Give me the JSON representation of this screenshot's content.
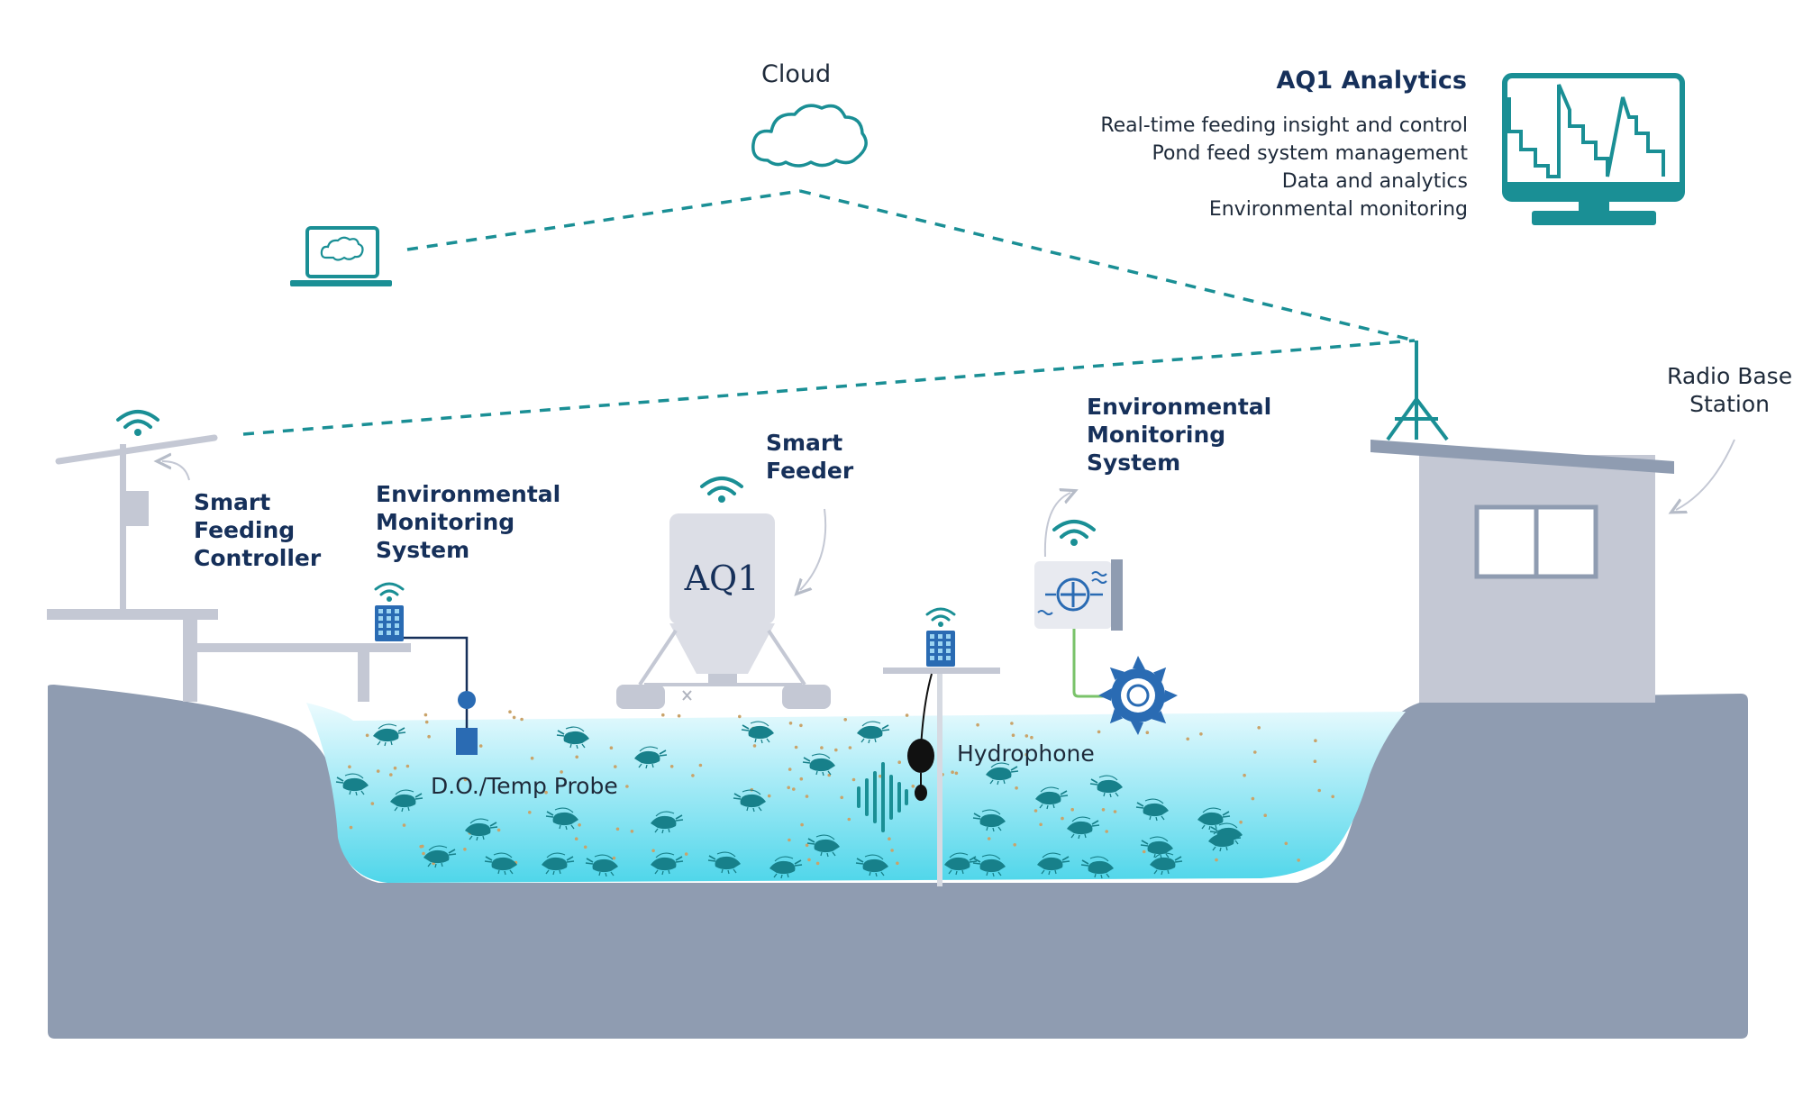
{
  "cloud": {
    "label": "Cloud"
  },
  "analytics": {
    "title": "AQ1 Analytics",
    "features": [
      "Real-time feeding insight and control",
      "Pond feed system management",
      "Data and analytics",
      "Environmental monitoring"
    ]
  },
  "labels": {
    "radio_base_station": "Radio Base\nStation",
    "smart_feeding_controller": "Smart\nFeeding\nController",
    "env_monitoring_left": "Environmental\nMonitoring\nSystem",
    "smart_feeder": "Smart\nFeeder",
    "env_monitoring_right": "Environmental\nMonitoring\nSystem",
    "do_temp_probe": "D.O./Temp Probe",
    "hydrophone": "Hydrophone"
  },
  "feeder": {
    "logo": "AQ1"
  },
  "colors": {
    "teal": "#1a8f95",
    "navy": "#16305a",
    "ground": "#8f9cb1",
    "structure": "#c4c8d4",
    "water_top": "#e4f8fc",
    "water_bottom": "#4fd6ea",
    "device_blue": "#2a6bb3"
  }
}
